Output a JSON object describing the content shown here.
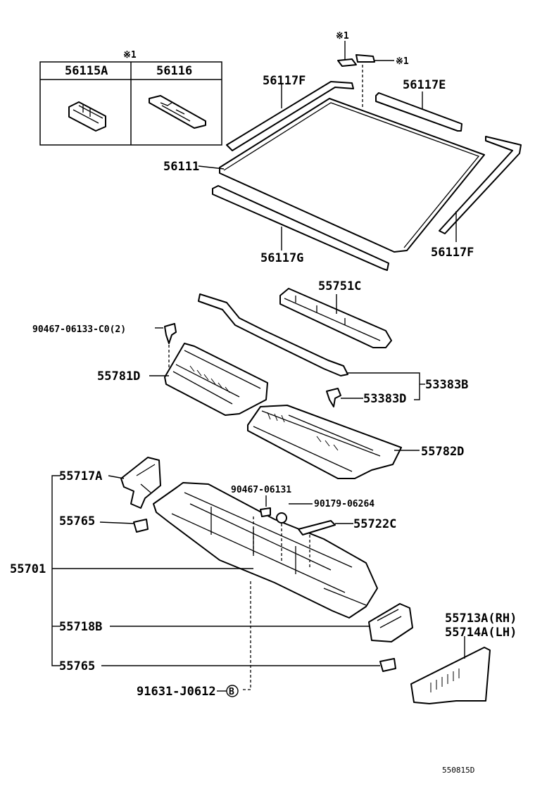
{
  "diagram": {
    "figure_code": "550815D",
    "legend_box": {
      "note": "※1",
      "col1": "56115A",
      "col2": "56116"
    },
    "notes": {
      "top": "※1",
      "right": "※1"
    },
    "labels": {
      "p56117F_top": "56117F",
      "p56117E": "56117E",
      "p56111": "56111",
      "p56117G": "56117G",
      "p56117F_right": "56117F",
      "p55751C": "55751C",
      "p90467_06133": "90467-06133-C0(2)",
      "p55781D": "55781D",
      "p53383B": "53383B",
      "p53383D": "53383D",
      "p55782D": "55782D",
      "p55717A": "55717A",
      "p90467_06131": "90467-06131",
      "p90179_06264": "90179-06264",
      "p55722C": "55722C",
      "p55765_a": "55765",
      "p55701": "55701",
      "p55718B": "55718B",
      "p55713A": "55713A(RH)",
      "p55714A": "55714A(LH)",
      "p55765_b": "55765",
      "p91631": "91631-J0612",
      "circle_b": "B"
    }
  }
}
